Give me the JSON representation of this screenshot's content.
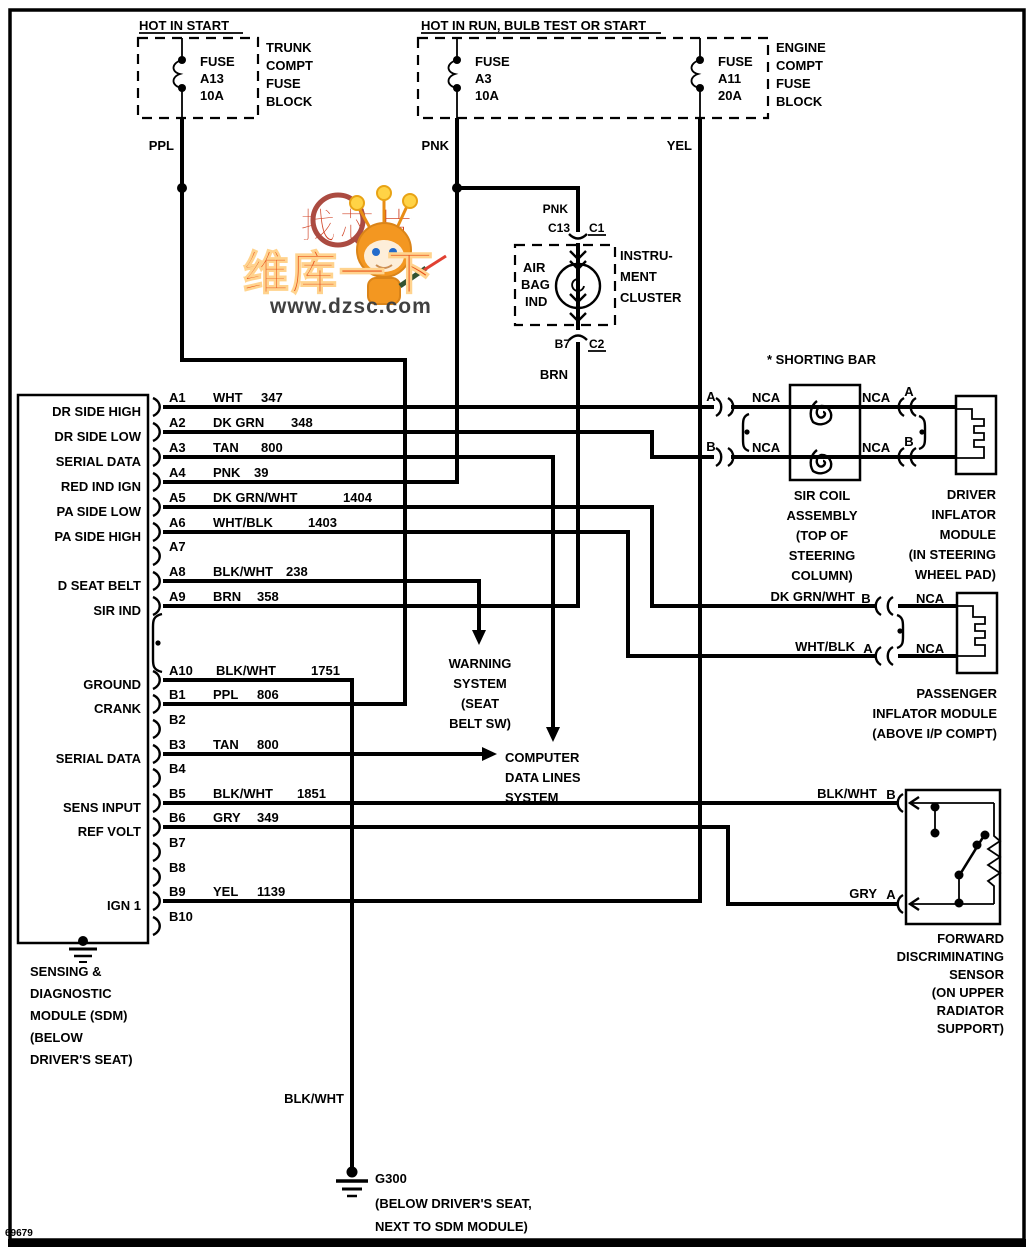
{
  "page": {
    "code": "69679"
  },
  "watermark": {
    "slogan": "找芯片",
    "brand": "维库一下",
    "url": "www.dzsc.com"
  },
  "fuse_blocks": {
    "trunk": {
      "header": "HOT IN START",
      "fuse": [
        "FUSE",
        "A13",
        "10A"
      ],
      "block": [
        "TRUNK",
        "COMPT",
        "FUSE",
        "BLOCK"
      ],
      "wire": "PPL"
    },
    "engine": {
      "header": "HOT IN RUN, BULB TEST OR START",
      "fuse_a3": [
        "FUSE",
        "A3",
        "10A"
      ],
      "fuse_a11": [
        "FUSE",
        "A11",
        "20A"
      ],
      "block": [
        "ENGINE",
        "COMPT",
        "FUSE",
        "BLOCK"
      ],
      "wire_a3": "PNK",
      "wire_a11": "YEL"
    }
  },
  "cluster": {
    "wire_in": "PNK",
    "pin_in": "C13",
    "conn_in": "C1",
    "indicator": [
      "AIR",
      "BAG",
      "IND"
    ],
    "name": [
      "INSTRU-",
      "MENT",
      "CLUSTER"
    ],
    "pin_out": "B7",
    "conn_out": "C2",
    "wire_out": "BRN"
  },
  "sdm": {
    "pins": {
      "a1": {
        "pin": "A1",
        "fn": "DR SIDE HIGH",
        "color": "WHT",
        "ckt": "347"
      },
      "a2": {
        "pin": "A2",
        "fn": "DR SIDE LOW",
        "color": "DK GRN",
        "ckt": "348"
      },
      "a3": {
        "pin": "A3",
        "fn": "SERIAL DATA",
        "color": "TAN",
        "ckt": "800"
      },
      "a4": {
        "pin": "A4",
        "fn": "RED IND IGN",
        "color": "PNK",
        "ckt": "39"
      },
      "a5": {
        "pin": "A5",
        "fn": "PA SIDE LOW",
        "color": "DK GRN/WHT",
        "ckt": "1404"
      },
      "a6": {
        "pin": "A6",
        "fn": "PA SIDE HIGH",
        "color": "WHT/BLK",
        "ckt": "1403"
      },
      "a7": {
        "pin": "A7"
      },
      "a8": {
        "pin": "A8",
        "fn": "D SEAT BELT",
        "color": "BLK/WHT",
        "ckt": "238"
      },
      "a9": {
        "pin": "A9",
        "fn": "SIR IND",
        "color": "BRN",
        "ckt": "358"
      },
      "a10": {
        "pin": "A10",
        "fn": "GROUND",
        "color": "BLK/WHT",
        "ckt": "1751"
      },
      "b1": {
        "pin": "B1",
        "fn": "CRANK",
        "color": "PPL",
        "ckt": "806"
      },
      "b2": {
        "pin": "B2"
      },
      "b3": {
        "pin": "B3",
        "fn": "SERIAL DATA",
        "color": "TAN",
        "ckt": "800"
      },
      "b4": {
        "pin": "B4"
      },
      "b5": {
        "pin": "B5",
        "fn": "SENS INPUT",
        "color": "BLK/WHT",
        "ckt": "1851"
      },
      "b6": {
        "pin": "B6",
        "fn": "REF VOLT",
        "color": "GRY",
        "ckt": "349"
      },
      "b7": {
        "pin": "B7"
      },
      "b8": {
        "pin": "B8"
      },
      "b9": {
        "pin": "B9",
        "fn": "IGN 1",
        "color": "YEL",
        "ckt": "1139"
      },
      "b10": {
        "pin": "B10"
      }
    },
    "name": [
      "SENSING &",
      "DIAGNOSTIC",
      "MODULE (SDM)",
      "(BELOW",
      "DRIVER'S SEAT)"
    ]
  },
  "sir_coil": {
    "note": "* SHORTING BAR",
    "nca": "NCA",
    "left": {
      "a": "A",
      "b": "B"
    },
    "right": {
      "a": "A",
      "b": "B"
    },
    "name": [
      "SIR COIL",
      "ASSEMBLY",
      "(TOP OF",
      "STEERING",
      "COLUMN)"
    ]
  },
  "driver_inflator": {
    "name": [
      "DRIVER",
      "INFLATOR",
      "MODULE",
      "(IN STEERING",
      "WHEEL PAD)"
    ]
  },
  "passenger_inflator": {
    "wire_b": "DK GRN/WHT",
    "term_b": "B",
    "wire_a": "WHT/BLK",
    "term_a": "A",
    "nca": "NCA",
    "name": [
      "PASSENGER",
      "INFLATOR MODULE",
      "(ABOVE I/P COMPT)"
    ]
  },
  "forward_sensor": {
    "wire_b": "BLK/WHT",
    "term_b": "B",
    "wire_a": "GRY",
    "term_a": "A",
    "name": [
      "FORWARD",
      "DISCRIMINATING",
      "SENSOR",
      "(ON UPPER",
      "RADIATOR",
      "SUPPORT)"
    ]
  },
  "systems": {
    "warning": [
      "WARNING",
      "SYSTEM",
      "(SEAT",
      "BELT SW)"
    ],
    "computer": [
      "COMPUTER",
      "DATA LINES",
      "SYSTEM"
    ]
  },
  "ground": {
    "label": "G300",
    "wire": "BLK/WHT",
    "location": [
      "(BELOW DRIVER'S SEAT,",
      "NEXT TO SDM MODULE)"
    ]
  }
}
